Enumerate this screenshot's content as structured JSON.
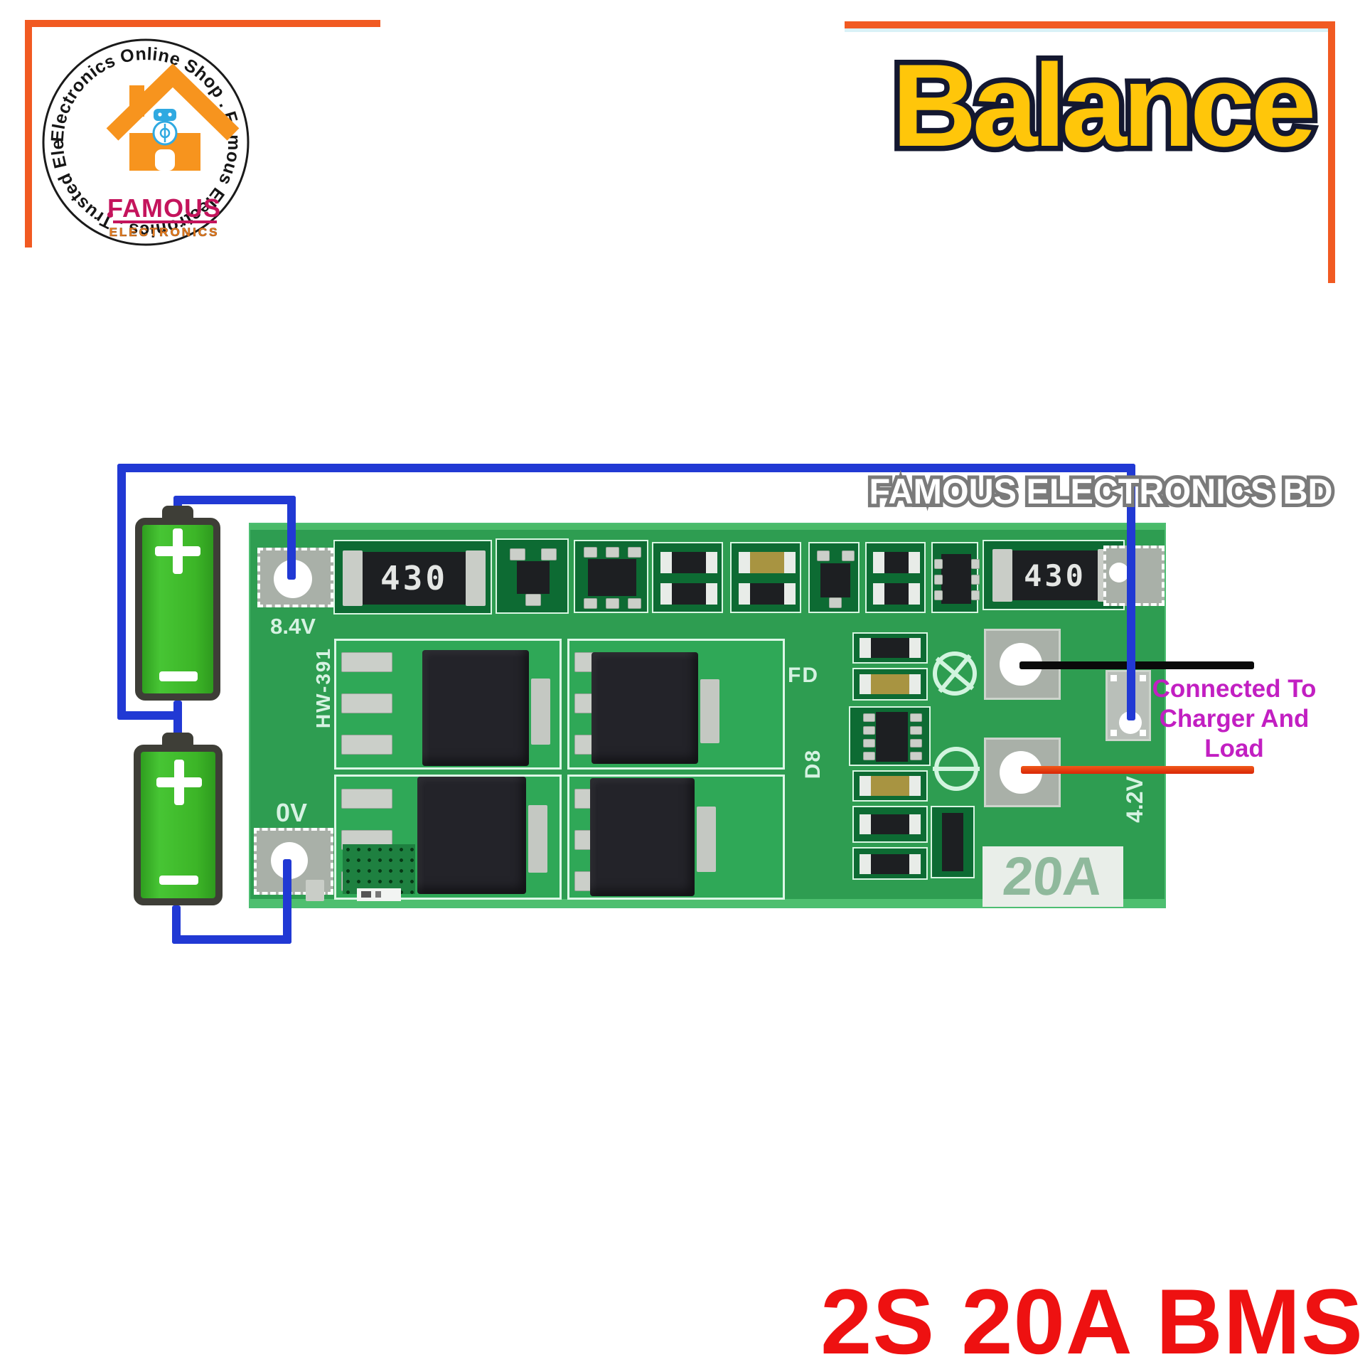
{
  "logo": {
    "circle_text": "Electronics Online Shop . Famous Electronics . Trusted Electronics .",
    "brand": "FAMOUS",
    "brand_sub": "ELECTRONICS",
    "icons": [
      "house-icon",
      "robot-icon",
      "target-emblem-icon"
    ]
  },
  "titles": {
    "top": "Balance",
    "bottom": "2S 20A BMS"
  },
  "watermark": "FAMOUS ELECTRONICS BD",
  "board": {
    "labels": {
      "pack": "8.4V",
      "zero": "0V",
      "cell": "4.2V",
      "current": "20A",
      "model": "HW-391",
      "fd": "FD",
      "d8": "D8",
      "resistor": "430"
    },
    "icons": [
      "screw-plus-icon",
      "screw-minus-icon"
    ]
  },
  "annotation": {
    "lines": [
      "Connected To",
      "Charger And",
      "Load"
    ]
  },
  "battery": {
    "plus_icon": "plus",
    "minus_icon": "minus",
    "count": 2
  },
  "colors": {
    "frame_orange": "#F15A22",
    "balance_yellow": "#FFC60A",
    "balance_outline": "#141830",
    "title_red": "#EE1111",
    "wire_blue": "#2139D4",
    "wire_black": "#0A0A0A",
    "wire_red": "#E8380D",
    "annotation_magenta": "#C21FC2",
    "board_green": "#2E9D51",
    "battery_green": "#3CB527",
    "brand_crimson": "#C4145C",
    "brand_orange": "#F7941E",
    "watermark_gray": "#7A7A7A"
  }
}
